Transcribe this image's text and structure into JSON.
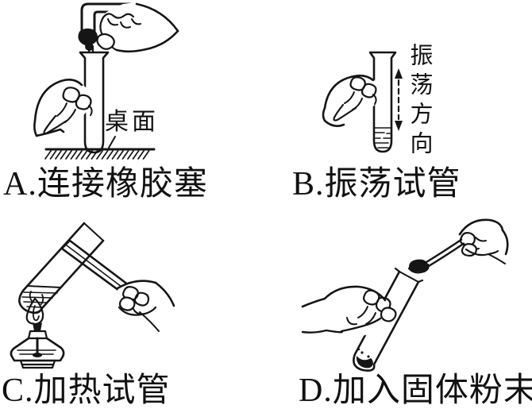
{
  "figure": {
    "background": "#ffffff",
    "ink": "#151515",
    "panels": [
      {
        "id": "A",
        "label": "A.连接橡胶塞",
        "annotation": "桌面"
      },
      {
        "id": "B",
        "label": "B.振荡试管",
        "annotation": "振荡方向"
      },
      {
        "id": "C",
        "label": "C.加热试管"
      },
      {
        "id": "D",
        "label": "D.加入固体粉末"
      }
    ]
  }
}
